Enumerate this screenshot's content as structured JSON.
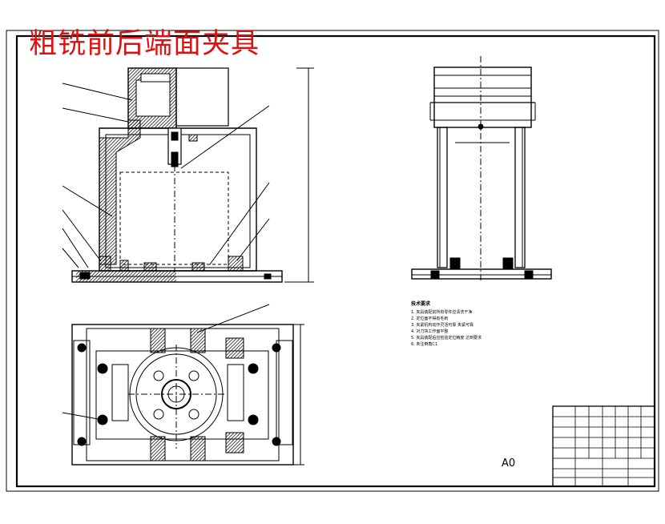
{
  "drawing": {
    "title": "粗铣前后端面夹具",
    "sheet_size": "A0"
  },
  "tech_notes": {
    "heading": "技术要求",
    "lines": [
      "1. 夹具装配前所有零件应清洗干净",
      "2. 定位面不得有毛刺",
      "3. 夹紧机构动作灵活可靠 夹紧可靠",
      "4. 对刀块工作面平整",
      "5. 夹具装配后应检验定位精度 达到要求",
      "6. 未注倒角C1"
    ]
  },
  "colors": {
    "title": "#e01010",
    "line": "#000000",
    "hatch": "#000000",
    "background": "#ffffff"
  }
}
